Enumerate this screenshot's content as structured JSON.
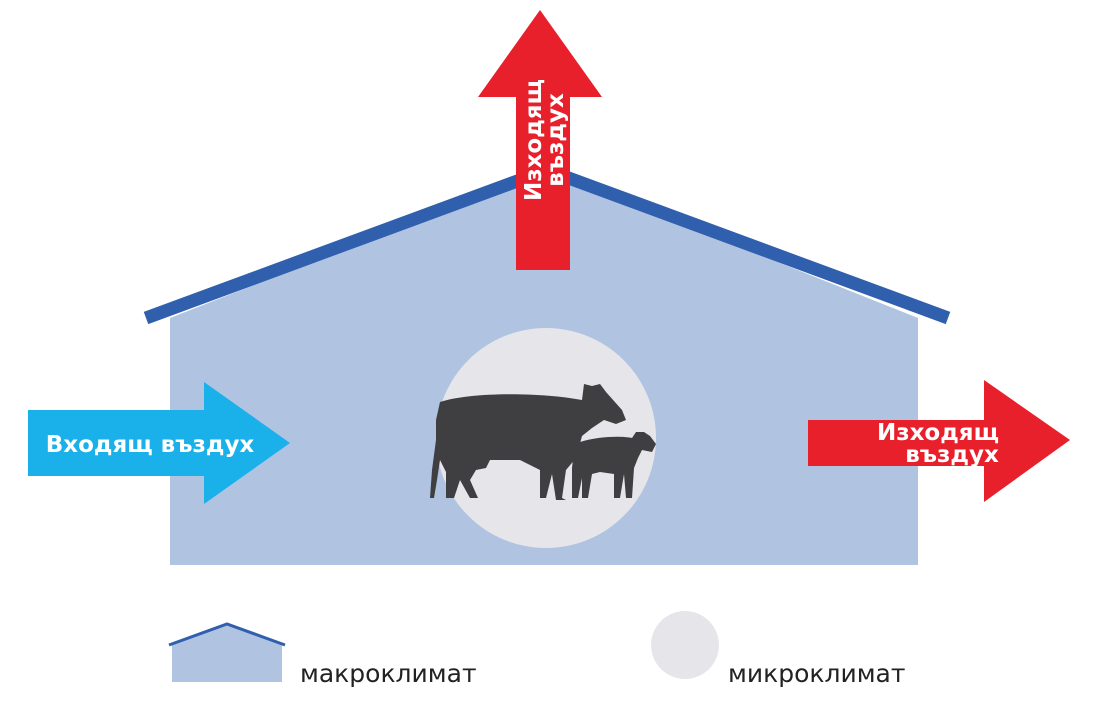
{
  "diagram": {
    "arrows": {
      "incoming": {
        "label": "Входящ въздух"
      },
      "outgoing_top": {
        "line1": "Изходящ",
        "line2": "въздух"
      },
      "outgoing_side": {
        "line1": "Изходящ",
        "line2": "въздух"
      }
    },
    "legend": {
      "macro_label": "макроклимат",
      "micro_label": "микроклимат"
    }
  },
  "colors": {
    "barn_fill": "#b0c4e2",
    "roof": "#2f5fad",
    "incoming_arrow": "#1ab0ea",
    "outgoing_arrow": "#e8202c",
    "micro_circle": "#e6e6ea",
    "cattle": "#3f3f42"
  },
  "icons": {
    "cow": "cow-icon",
    "calf": "calf-icon"
  }
}
